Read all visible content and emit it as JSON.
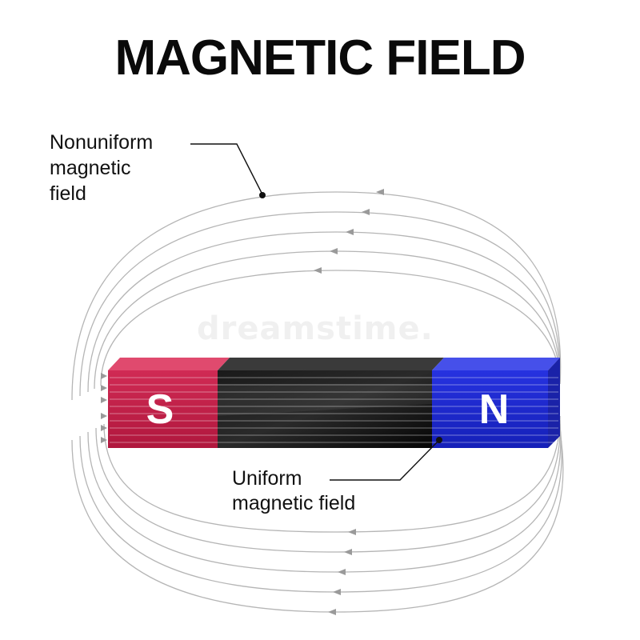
{
  "title": "MAGNETIC FIELD",
  "labels": {
    "nonuniform": [
      "Nonuniform",
      "magnetic",
      "field"
    ],
    "uniform": [
      "Uniform",
      "magnetic field"
    ]
  },
  "poles": {
    "south": "S",
    "north": "N"
  },
  "watermark": "dreamstime.",
  "colors": {
    "south": "#c8204a",
    "middle": "#101010",
    "north": "#1f2bd6",
    "field_lines": "#b5b5b5",
    "text": "#111111"
  }
}
